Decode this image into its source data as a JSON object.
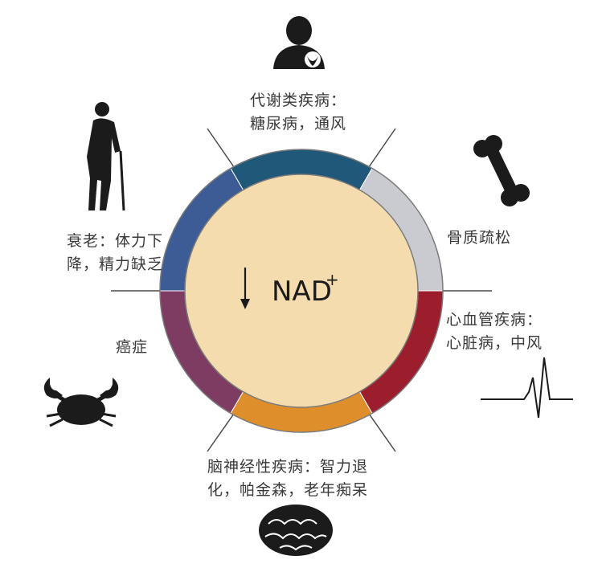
{
  "center": {
    "text": "NAD",
    "superscript": "+",
    "arrow": "down-arrow-icon"
  },
  "segments": [
    {
      "id": "metabolic",
      "color": "#1f5878",
      "lines": [
        "代谢类疾病：",
        "糖尿病，通风"
      ],
      "icon": "person-with-stomach-icon"
    },
    {
      "id": "osteoporosis",
      "color": "#c9cbd0",
      "lines": [
        "骨质疏松"
      ],
      "icon": "bone-icon"
    },
    {
      "id": "cardiovascular",
      "color": "#9c1e2c",
      "lines": [
        "心血管疾病：",
        "心脏病，中风"
      ],
      "icon": "heartbeat-ecg-icon"
    },
    {
      "id": "neuro",
      "color": "#de8f2c",
      "lines": [
        "脑神经性疾病：智力退",
        "化，帕金森，老年痴呆"
      ],
      "icon": "brain-icon"
    },
    {
      "id": "cancer",
      "color": "#7f3c63",
      "lines": [
        "癌症"
      ],
      "icon": "crab-icon"
    },
    {
      "id": "aging",
      "color": "#3d5c95",
      "lines": [
        "衰老：体力下",
        "降，精力缺乏"
      ],
      "icon": "elderly-person-with-cane-icon"
    }
  ],
  "colors": {
    "inner_fill": "#f4dcae",
    "ring_border": "#7a7a7a",
    "divider": "#4a4a4a",
    "icon": "#1b1b1b"
  }
}
